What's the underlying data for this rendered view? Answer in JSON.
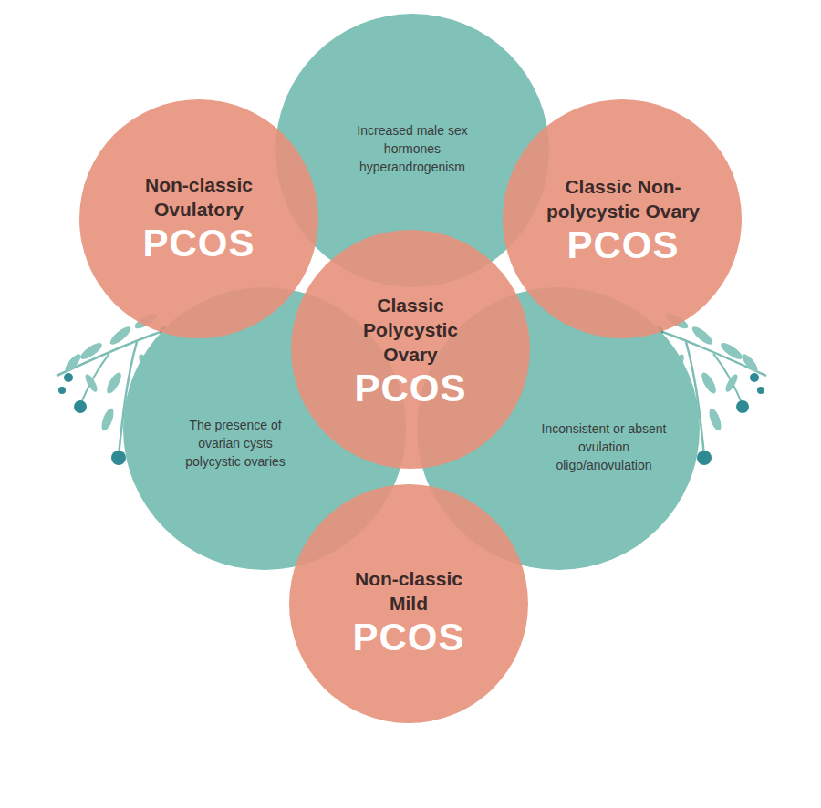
{
  "diagram": {
    "nodes": [
      {
        "text": [
          "Increased male sex hormones hyperandrogenism"
        ]
      },
      {
        "text": [
          "Non-classic Ovulatory",
          "PCOS"
        ]
      },
      {
        "text": [
          "Classic Non-polycystic Ovary",
          "PCOS"
        ]
      },
      {
        "text": [
          "Classic Polycystic Ovary",
          "PCOS"
        ]
      },
      {
        "text": [
          "The presence of ovarian cysts polycystic ovaries"
        ]
      },
      {
        "text": [
          "Inconsistent or absent ovulation oligo/anovulation"
        ]
      },
      {
        "text": [
          "Non-classic Mild",
          "PCOS"
        ]
      }
    ]
  }
}
